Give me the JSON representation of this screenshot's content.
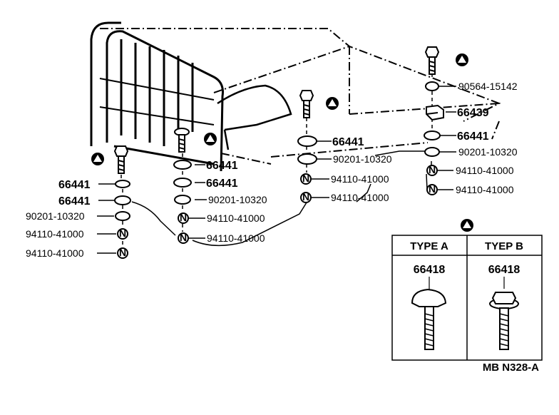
{
  "callouts": [
    {
      "id": "c1",
      "text": "90564-15142"
    },
    {
      "id": "c2",
      "text": "66439"
    },
    {
      "id": "c3",
      "text": "66441"
    },
    {
      "id": "c4",
      "text": "90201-10320"
    },
    {
      "id": "c5",
      "text": "94110-41000"
    },
    {
      "id": "c6",
      "text": "94110-41000"
    },
    {
      "id": "c7",
      "text": "66441"
    },
    {
      "id": "c8",
      "text": "90201-10320"
    },
    {
      "id": "c9",
      "text": "94110-41000"
    },
    {
      "id": "c10",
      "text": "94110-41000"
    },
    {
      "id": "c11",
      "text": "66441"
    },
    {
      "id": "c12",
      "text": "66441"
    },
    {
      "id": "c13",
      "text": "90201-10320"
    },
    {
      "id": "c14",
      "text": "94110-41000"
    },
    {
      "id": "c15",
      "text": "94110-41000"
    },
    {
      "id": "c16",
      "text": "66441"
    },
    {
      "id": "c17",
      "text": "66441"
    },
    {
      "id": "c18",
      "text": "90201-10320"
    },
    {
      "id": "c19",
      "text": "94110-41000"
    },
    {
      "id": "c20",
      "text": "94110-41000"
    }
  ],
  "markers": {
    "triangle_symbol": "A",
    "nut_symbol": "N"
  },
  "legend": {
    "type_a": {
      "title": "TYPE A",
      "part": "66418"
    },
    "type_b": {
      "title": "TYEP B",
      "part": "66418"
    }
  },
  "figure_code": "MB N328-A"
}
